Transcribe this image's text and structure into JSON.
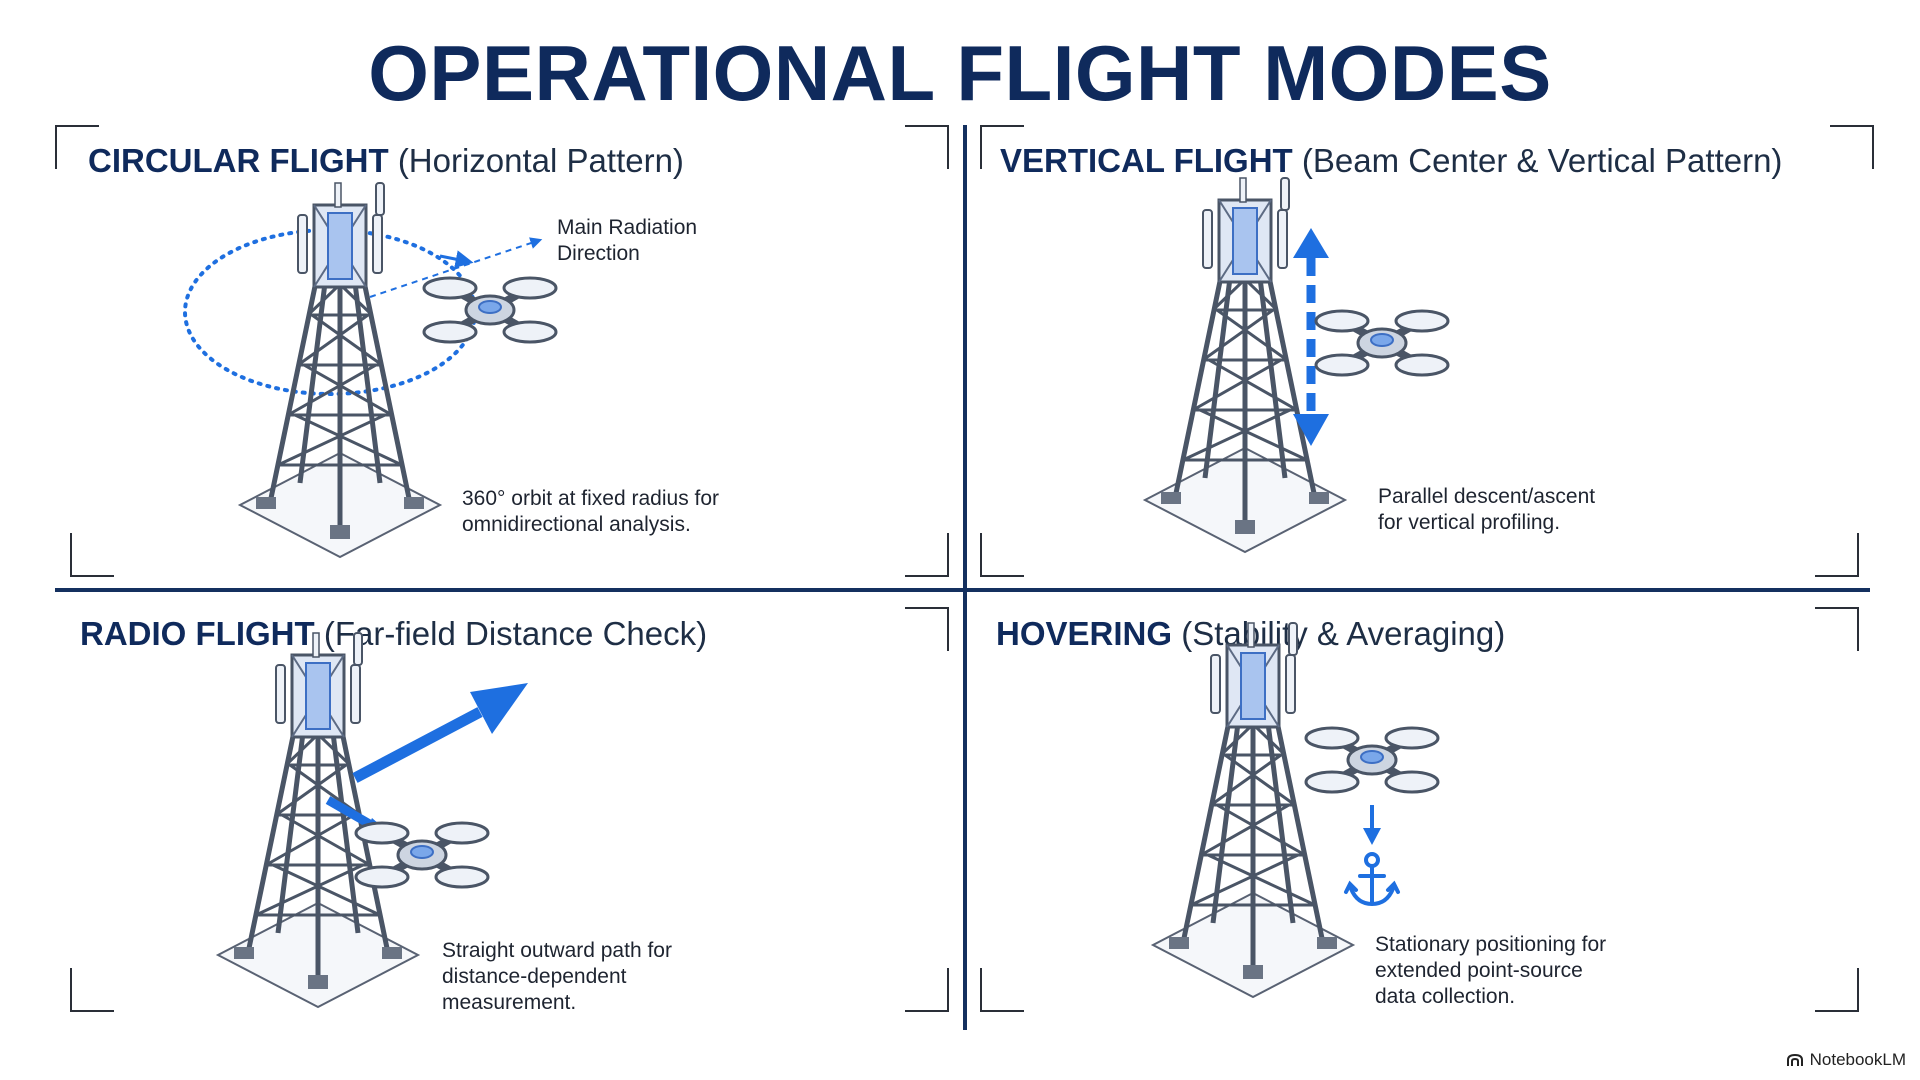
{
  "title": "OPERATIONAL FLIGHT MODES",
  "panels": {
    "circular": {
      "title_strong": "CIRCULAR FLIGHT",
      "title_rest": "(Horizontal Pattern)",
      "label_line1": "Main Radiation",
      "label_line2": "Direction",
      "caption_line1": "360° orbit at fixed radius for",
      "caption_line2": "omnidirectional analysis."
    },
    "vertical": {
      "title_strong": "VERTICAL FLIGHT",
      "title_rest": "(Beam Center & Vertical Pattern)",
      "caption_line1": "Parallel descent/ascent",
      "caption_line2": "for vertical profiling."
    },
    "radio": {
      "title_strong": "RADIO FLIGHT",
      "title_rest": "(Far-field Distance Check)",
      "caption_line1": "Straight outward path for",
      "caption_line2": "distance-dependent",
      "caption_line3": "measurement."
    },
    "hovering": {
      "title_strong": "HOVERING",
      "title_rest": "(Stability & Averaging)",
      "caption_line1": "Stationary positioning for",
      "caption_line2": "extended point-source",
      "caption_line3": "data collection."
    }
  },
  "footer": {
    "brand": "NotebookLM",
    "icon": "notebooklm-logo-icon"
  },
  "colors": {
    "title": "#0f2a5c",
    "accent": "#1e6fe0",
    "tower": "#4a5566",
    "divider": "#14305f"
  }
}
